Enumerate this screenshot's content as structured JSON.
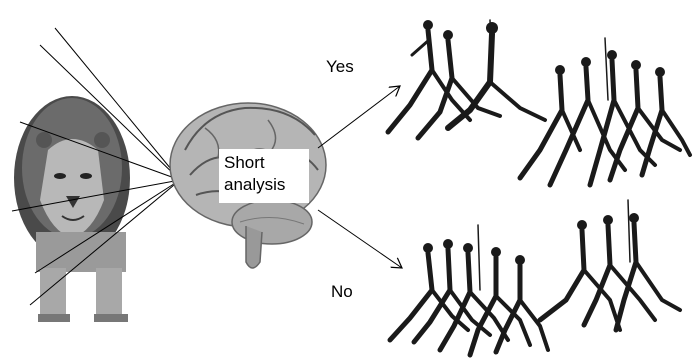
{
  "figure": {
    "analysis_box": {
      "line1": "Short",
      "line2": "analysis"
    },
    "branch_yes": {
      "label": "Yes",
      "outcome": "hunting-figures-advance"
    },
    "branch_no": {
      "label": "No",
      "outcome": "hunting-figures-flee"
    },
    "input_image": "lion",
    "processor_image": "brain",
    "colors": {
      "ink": "#000000",
      "background": "#ffffff",
      "brain": "#9a9a9a",
      "lion_mane": "#5a5a5a"
    }
  }
}
